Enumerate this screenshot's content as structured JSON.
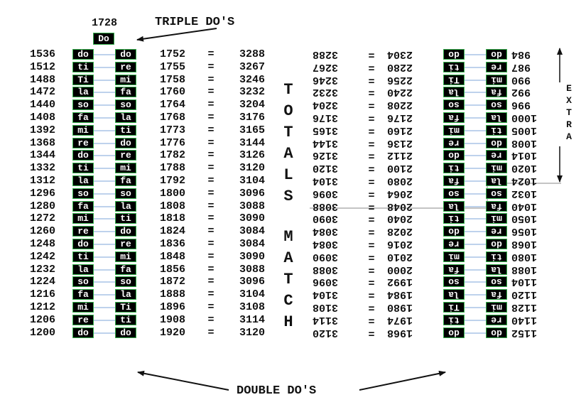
{
  "top": {
    "number": "1728",
    "do_box": "Do",
    "triple_label": "TRIPLE DO'S"
  },
  "bottom_label": "DOUBLE DO'S",
  "totals_match_letters": [
    "T",
    "O",
    "T",
    "A",
    "L",
    "S",
    "M",
    "A",
    "T",
    "C",
    "H"
  ],
  "extra_letters": [
    "E",
    "X",
    "T",
    "R",
    "A"
  ],
  "left_rows": [
    {
      "a": "1536",
      "s1": "do",
      "s2": "do",
      "b": "1752",
      "eq": "=",
      "sum": "3288"
    },
    {
      "a": "1512",
      "s1": "ti",
      "s2": "re",
      "b": "1755",
      "eq": "=",
      "sum": "3267"
    },
    {
      "a": "1488",
      "s1": "Ti",
      "s2": "mi",
      "b": "1758",
      "eq": "=",
      "sum": "3246"
    },
    {
      "a": "1472",
      "s1": "la",
      "s2": "fa",
      "b": "1760",
      "eq": "=",
      "sum": "3232"
    },
    {
      "a": "1440",
      "s1": "so",
      "s2": "so",
      "b": "1764",
      "eq": "=",
      "sum": "3204"
    },
    {
      "a": "1408",
      "s1": "fa",
      "s2": "la",
      "b": "1768",
      "eq": "=",
      "sum": "3176"
    },
    {
      "a": "1392",
      "s1": "mi",
      "s2": "ti",
      "b": "1773",
      "eq": "=",
      "sum": "3165"
    },
    {
      "a": "1368",
      "s1": "re",
      "s2": "do",
      "b": "1776",
      "eq": "=",
      "sum": "3144"
    },
    {
      "a": "1344",
      "s1": "do",
      "s2": "re",
      "b": "1782",
      "eq": "=",
      "sum": "3126"
    },
    {
      "a": "1332",
      "s1": "ti",
      "s2": "mi",
      "b": "1788",
      "eq": "=",
      "sum": "3120"
    },
    {
      "a": "1312",
      "s1": "la",
      "s2": "fa",
      "b": "1792",
      "eq": "=",
      "sum": "3104"
    },
    {
      "a": "1296",
      "s1": "so",
      "s2": "so",
      "b": "1800",
      "eq": "=",
      "sum": "3096"
    },
    {
      "a": "1280",
      "s1": "fa",
      "s2": "la",
      "b": "1808",
      "eq": "=",
      "sum": "3088"
    },
    {
      "a": "1272",
      "s1": "mi",
      "s2": "ti",
      "b": "1818",
      "eq": "=",
      "sum": "3090"
    },
    {
      "a": "1260",
      "s1": "re",
      "s2": "do",
      "b": "1824",
      "eq": "=",
      "sum": "3084"
    },
    {
      "a": "1248",
      "s1": "do",
      "s2": "re",
      "b": "1836",
      "eq": "=",
      "sum": "3084"
    },
    {
      "a": "1242",
      "s1": "ti",
      "s2": "mi",
      "b": "1848",
      "eq": "=",
      "sum": "3090"
    },
    {
      "a": "1232",
      "s1": "la",
      "s2": "fa",
      "b": "1856",
      "eq": "=",
      "sum": "3088"
    },
    {
      "a": "1224",
      "s1": "so",
      "s2": "so",
      "b": "1872",
      "eq": "=",
      "sum": "3096"
    },
    {
      "a": "1216",
      "s1": "fa",
      "s2": "la",
      "b": "1888",
      "eq": "=",
      "sum": "3104"
    },
    {
      "a": "1212",
      "s1": "mi",
      "s2": "Ti",
      "b": "1896",
      "eq": "=",
      "sum": "3108"
    },
    {
      "a": "1206",
      "s1": "re",
      "s2": "ti",
      "b": "1908",
      "eq": "=",
      "sum": "3114"
    },
    {
      "a": "1200",
      "s1": "do",
      "s2": "do",
      "b": "1920",
      "eq": "=",
      "sum": "3120"
    }
  ],
  "right_rows": [
    {
      "sum": "3288",
      "eq": "=",
      "b": "2304",
      "s1": "do",
      "s2": "do",
      "a": "984"
    },
    {
      "sum": "3267",
      "eq": "=",
      "b": "2280",
      "s1": "ti",
      "s2": "re",
      "a": "987"
    },
    {
      "sum": "3246",
      "eq": "=",
      "b": "2256",
      "s1": "Ti",
      "s2": "mi",
      "a": "990"
    },
    {
      "sum": "3232",
      "eq": "=",
      "b": "2240",
      "s1": "la",
      "s2": "fa",
      "a": "992"
    },
    {
      "sum": "3204",
      "eq": "=",
      "b": "2208",
      "s1": "so",
      "s2": "so",
      "a": "996"
    },
    {
      "sum": "3176",
      "eq": "=",
      "b": "2176",
      "s1": "fa",
      "s2": "la",
      "a": "1000"
    },
    {
      "sum": "3165",
      "eq": "=",
      "b": "2160",
      "s1": "mi",
      "s2": "ti",
      "a": "1005"
    },
    {
      "sum": "3144",
      "eq": "=",
      "b": "2136",
      "s1": "re",
      "s2": "do",
      "a": "1008"
    },
    {
      "sum": "3126",
      "eq": "=",
      "b": "2112",
      "s1": "do",
      "s2": "re",
      "a": "1014"
    },
    {
      "sum": "3120",
      "eq": "=",
      "b": "2100",
      "s1": "ti",
      "s2": "mi",
      "a": "1020"
    },
    {
      "sum": "3104",
      "eq": "=",
      "b": "2080",
      "s1": "fa",
      "s2": "la",
      "a": "1024"
    },
    {
      "sum": "3096",
      "eq": "=",
      "b": "2064",
      "s1": "so",
      "s2": "so",
      "a": "1032"
    },
    {
      "sum": "3088",
      "eq": "=",
      "b": "2048",
      "s1": "la",
      "s2": "fa",
      "a": "1040"
    },
    {
      "sum": "3090",
      "eq": "=",
      "b": "2040",
      "s1": "ti",
      "s2": "mi",
      "a": "1050"
    },
    {
      "sum": "3084",
      "eq": "=",
      "b": "2028",
      "s1": "do",
      "s2": "re",
      "a": "1056"
    },
    {
      "sum": "3084",
      "eq": "=",
      "b": "2016",
      "s1": "re",
      "s2": "do",
      "a": "1068"
    },
    {
      "sum": "3090",
      "eq": "=",
      "b": "2010",
      "s1": "mi",
      "s2": "ti",
      "a": "1080"
    },
    {
      "sum": "3088",
      "eq": "=",
      "b": "2000",
      "s1": "fa",
      "s2": "la",
      "a": "1088"
    },
    {
      "sum": "3096",
      "eq": "=",
      "b": "1992",
      "s1": "so",
      "s2": "so",
      "a": "1104"
    },
    {
      "sum": "3104",
      "eq": "=",
      "b": "1984",
      "s1": "la",
      "s2": "fa",
      "a": "1120"
    },
    {
      "sum": "3108",
      "eq": "=",
      "b": "1980",
      "s1": "Ti",
      "s2": "mi",
      "a": "1128"
    },
    {
      "sum": "3114",
      "eq": "=",
      "b": "1974",
      "s1": "ti",
      "s2": "re",
      "a": "1140"
    },
    {
      "sum": "3120",
      "eq": "=",
      "b": "1968",
      "s1": "do",
      "s2": "do",
      "a": "1152"
    }
  ]
}
